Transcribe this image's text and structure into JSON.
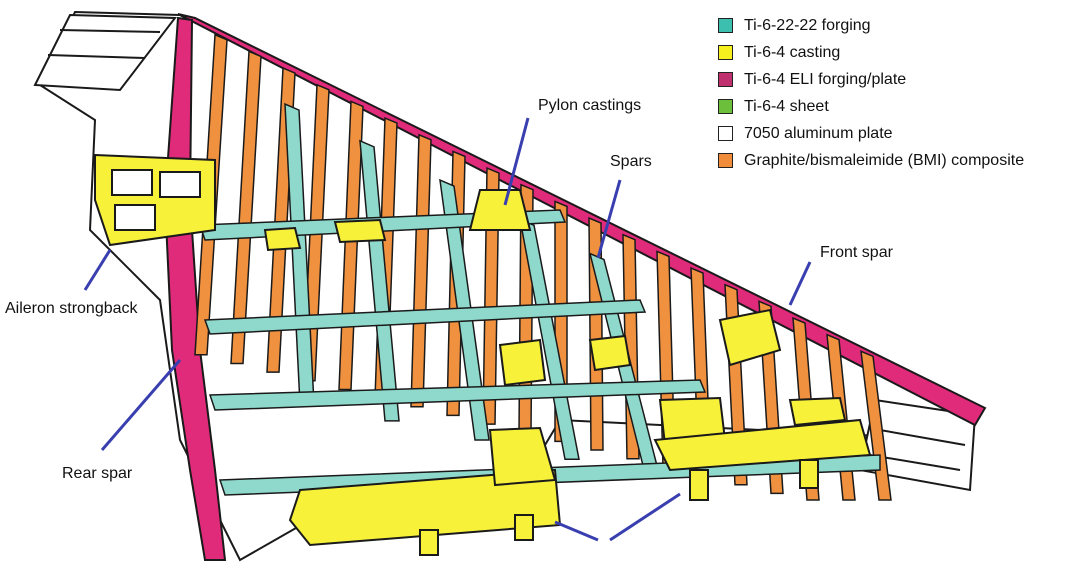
{
  "legend": {
    "items": [
      {
        "label": "Ti-6-22-22 forging",
        "color": "#3dbfb0"
      },
      {
        "label": "Ti-6-4 casting",
        "color": "#f5f01e"
      },
      {
        "label": "Ti-6-4 ELI forging/plate",
        "color": "#c0306e"
      },
      {
        "label": "Ti-6-4 sheet",
        "color": "#6cbf3a"
      },
      {
        "label": "7050 aluminum plate",
        "color": "#ffffff"
      },
      {
        "label": "Graphite/bismaleimide (BMI) composite",
        "color": "#f08c3a"
      }
    ]
  },
  "callouts": {
    "pylon_castings": "Pylon castings",
    "spars": "Spars",
    "front_spar": "Front spar",
    "aileron_strongback": "Aileron strongback",
    "rear_spar": "Rear spar"
  },
  "colors": {
    "leader_line": "#3a3fb0",
    "outline": "#1a1a1a",
    "teal_forging": "#8fd9cc",
    "yellow_casting": "#f7f13a",
    "magenta_plate": "#e02a7a",
    "orange_composite": "#f0913f",
    "white_aluminum": "#ffffff"
  }
}
